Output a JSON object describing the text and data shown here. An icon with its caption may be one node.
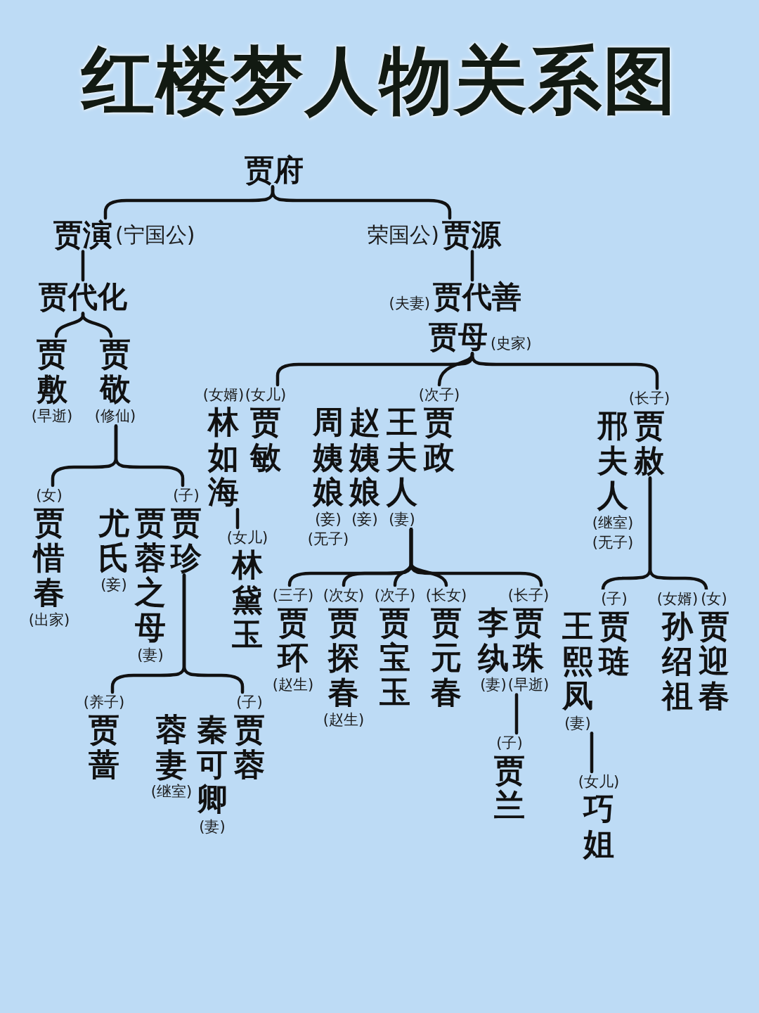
{
  "diagram": {
    "title": "红楼梦人物关系图",
    "nodes": [
      {
        "text": [
          "贾府"
        ]
      },
      {
        "text": [
          "贾演"
        ],
        "beside": [
          "(宁国公)"
        ]
      },
      {
        "text": [
          "贾源"
        ],
        "beside": [
          "荣国公)"
        ]
      },
      {
        "text": [
          "贾代化"
        ]
      },
      {
        "text": [
          "贾代善"
        ],
        "beside": [
          "(夫妻)"
        ]
      },
      {
        "text": [
          "贾母"
        ],
        "beside": [
          "(史家)"
        ]
      },
      {
        "text": [
          "贾敷"
        ],
        "beside": [
          "(早逝)"
        ]
      },
      {
        "text": [
          "贾敬"
        ],
        "beside": [
          "(修仙)"
        ]
      },
      {
        "text": [
          "林如海"
        ],
        "beside": [
          "(女婿)"
        ]
      },
      {
        "text": [
          "贾敏"
        ],
        "beside": [
          "(女儿)"
        ]
      },
      {
        "text": [
          "周姨娘"
        ],
        "beside": [
          "(妾)",
          "(无子)"
        ]
      },
      {
        "text": [
          "赵姨娘"
        ],
        "beside": [
          "(妾)"
        ]
      },
      {
        "text": [
          "王夫人"
        ],
        "beside": [
          "(妻)"
        ]
      },
      {
        "text": [
          "贾政"
        ],
        "beside": [
          "(次子)"
        ]
      },
      {
        "text": [
          "邢夫人"
        ],
        "beside": [
          "(继室)",
          "(无子)"
        ]
      },
      {
        "text": [
          "贾赦"
        ],
        "beside": [
          "(长子)"
        ]
      },
      {
        "text": [
          "贾惜春"
        ],
        "beside": [
          "(女)",
          "(出家)"
        ]
      },
      {
        "text": [
          "尤氏"
        ],
        "beside": [
          "(妾)"
        ]
      },
      {
        "text": [
          "贾蓉之母"
        ],
        "beside": [
          "(妻)"
        ]
      },
      {
        "text": [
          "贾珍"
        ],
        "beside": [
          "(子)"
        ]
      },
      {
        "text": [
          "林黛玉"
        ],
        "beside": [
          "(女儿)"
        ]
      },
      {
        "text": [
          "贾环"
        ],
        "beside": [
          "(三子)",
          "(赵生)"
        ]
      },
      {
        "text": [
          "贾探春"
        ],
        "beside": [
          "(次女)",
          "(赵生)"
        ]
      },
      {
        "text": [
          "贾宝玉"
        ],
        "beside": [
          "(次子)"
        ]
      },
      {
        "text": [
          "贾元春"
        ],
        "beside": [
          "(长女)"
        ]
      },
      {
        "text": [
          "李纨"
        ],
        "beside": [
          "(妻)"
        ]
      },
      {
        "text": [
          "贾珠"
        ],
        "beside": [
          "(长子)",
          "(早逝)"
        ]
      },
      {
        "text": [
          "王熙凤"
        ],
        "beside": [
          "(妻)"
        ]
      },
      {
        "text": [
          "贾琏"
        ],
        "beside": [
          "(子)"
        ]
      },
      {
        "text": [
          "孙绍祖"
        ],
        "beside": [
          "(女婿)"
        ]
      },
      {
        "text": [
          "贾迎春"
        ],
        "beside": [
          "(女)"
        ]
      },
      {
        "text": [
          "贾蔷"
        ],
        "beside": [
          "(养子)"
        ]
      },
      {
        "text": [
          "蓉妻"
        ],
        "beside": [
          "(继室)"
        ]
      },
      {
        "text": [
          "秦可卿"
        ],
        "beside": [
          "(妻)"
        ]
      },
      {
        "text": [
          "贾蓉"
        ],
        "beside": [
          "(子)"
        ]
      },
      {
        "text": [
          "贾兰"
        ],
        "beside": [
          "(子)"
        ]
      },
      {
        "text": [
          "巧姐"
        ],
        "beside": [
          "(女儿)"
        ]
      }
    ],
    "edges": [
      {
        "from": 0,
        "to": 1,
        "arrow": "none"
      },
      {
        "from": 0,
        "to": 2,
        "arrow": "none"
      },
      {
        "from": 1,
        "to": 3,
        "arrow": "none"
      },
      {
        "from": 2,
        "to": 4,
        "arrow": "none"
      },
      {
        "from": 3,
        "to": 6,
        "arrow": "none"
      },
      {
        "from": 3,
        "to": 7,
        "arrow": "none"
      },
      {
        "from": 5,
        "to": 9,
        "arrow": "none"
      },
      {
        "from": 5,
        "to": 13,
        "arrow": "none"
      },
      {
        "from": 5,
        "to": 15,
        "arrow": "none"
      },
      {
        "from": 7,
        "to": 16,
        "arrow": "none"
      },
      {
        "from": 7,
        "to": 19,
        "arrow": "none"
      },
      {
        "from": 8,
        "to": 20,
        "arrow": "none"
      },
      {
        "from": 12,
        "to": 21,
        "arrow": "none"
      },
      {
        "from": 12,
        "to": 22,
        "arrow": "none"
      },
      {
        "from": 12,
        "to": 23,
        "arrow": "none"
      },
      {
        "from": 12,
        "to": 24,
        "arrow": "none"
      },
      {
        "from": 12,
        "to": 26,
        "arrow": "none"
      },
      {
        "from": 15,
        "to": 28,
        "arrow": "none"
      },
      {
        "from": 15,
        "to": 30,
        "arrow": "none"
      },
      {
        "from": 19,
        "to": 31,
        "arrow": "none"
      },
      {
        "from": 19,
        "to": 34,
        "arrow": "none"
      },
      {
        "from": 26,
        "to": 35,
        "arrow": "none"
      },
      {
        "from": 27,
        "to": 36,
        "arrow": "none"
      }
    ]
  }
}
